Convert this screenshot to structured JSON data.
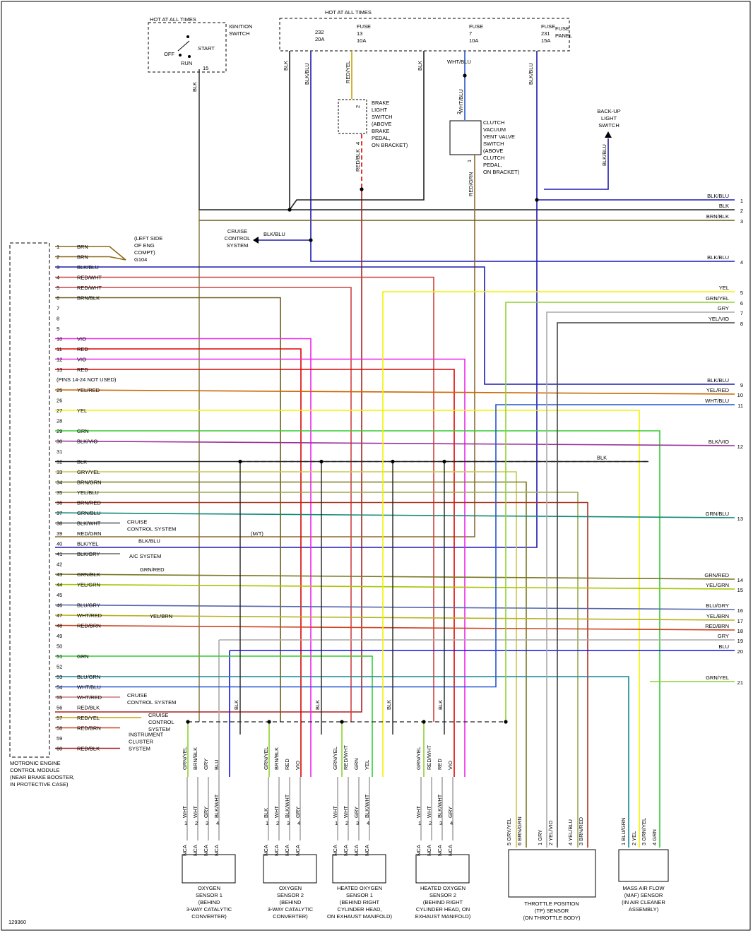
{
  "diagram_id": "129360",
  "colors": {
    "BLK": "#222222",
    "BLK/BLU": "#1b1bb0",
    "RED": "#e00000",
    "RED/YEL": "#c9a000",
    "YEL": "#f2f200",
    "GRN": "#33cc33",
    "VIO": "#ee22ee",
    "GRY": "#aaaaaa",
    "BRN": "#8b6914",
    "BLU": "#1111dd",
    "BRN/BLK": "#6e5a1e",
    "RED/WHT": "#d04040",
    "RED/GRN": "#8a6a30",
    "GRN/YEL": "#8ed030",
    "GRN/BLU": "#118877",
    "BLK/VIO": "#993399",
    "YEL/RED": "#cc6600",
    "WHT/BLU": "#2255cc",
    "RED/BLK": "#aa2222",
    "GRN/RED": "#777722",
    "YEL/GRN": "#a8c400",
    "BLU/GRY": "#5566aa",
    "YEL/BRN": "#b8b020",
    "RED/BRN": "#cc4422",
    "BLU/GRN": "#118899",
    "GRY/YEL": "#c8c850",
    "BRN/GRN": "#7a7a20",
    "YEL/BLU": "#99aa55",
    "BRN/RED": "#aa3322",
    "RED/BLU": "#bb2266",
    "BLK/WHT": "#555555",
    "BLK/YEL": "#777700",
    "WHT/RED": "#cc7777",
    "BLK/GRY": "#666666"
  },
  "top": {
    "hot_label_left": "HOT AT ALL TIMES",
    "hot_label_right": "HOT AT ALL TIMES",
    "ignition_label": [
      "IGNITION",
      "SWITCH"
    ],
    "ign_off": "OFF",
    "ign_start": "START",
    "ign_run": "RUN",
    "ign_terminal": "15",
    "fuse_panel": [
      "FUSE",
      "PANEL"
    ],
    "fuses": [
      {
        "line1": "232",
        "line2": "20A"
      },
      {
        "line1": "FUSE",
        "line2": "13",
        "line3": "10A"
      },
      {
        "line1": "FUSE",
        "line2": "7",
        "line3": "10A"
      },
      {
        "line1": "FUSE",
        "line2": "231",
        "line3": "15A"
      }
    ],
    "brake_switch": [
      "BRAKE",
      "LIGHT",
      "SWITCH",
      "(ABOVE",
      "BRAKE",
      "PEDAL,",
      "ON BRACKET)"
    ],
    "clutch_switch": [
      "CLUTCH",
      "VACUUM",
      "VENT VALVE",
      "SWITCH",
      "(ABOVE",
      "CLUTCH",
      "PEDAL,",
      "ON BRACKET)"
    ],
    "backup_switch": [
      "BACK-UP",
      "LIGHT",
      "SWITCH"
    ],
    "cruise_system": [
      "CRUISE",
      "CONTROL",
      "SYSTEM"
    ],
    "ground": [
      "(LEFT SIDE",
      "OF ENG",
      "COMPT)",
      "G104"
    ]
  },
  "ecm": {
    "label": [
      "MOTRONIC ENGINE",
      "CONTROL MODULE",
      "(NEAR BRAKE BOOSTER,",
      "IN PROTECTIVE CASE)"
    ],
    "pins_note": "(PINS 14-24 NOT USED)",
    "pins": [
      {
        "pin": "1",
        "color": "BRN"
      },
      {
        "pin": "2",
        "color": "BRN"
      },
      {
        "pin": "3",
        "color": "BLK/BLU"
      },
      {
        "pin": "4",
        "color": "RED/WHT"
      },
      {
        "pin": "5",
        "color": "RED/WHT"
      },
      {
        "pin": "6",
        "color": "BRN/BLK"
      },
      {
        "pin": "7",
        "color": ""
      },
      {
        "pin": "8",
        "color": ""
      },
      {
        "pin": "9",
        "color": ""
      },
      {
        "pin": "10",
        "color": "VIO"
      },
      {
        "pin": "11",
        "color": "RED"
      },
      {
        "pin": "12",
        "color": "VIO"
      },
      {
        "pin": "13",
        "color": "RED"
      },
      {
        "pin": "25",
        "color": "YEL/RED"
      },
      {
        "pin": "26",
        "color": ""
      },
      {
        "pin": "27",
        "color": "YEL"
      },
      {
        "pin": "28",
        "color": ""
      },
      {
        "pin": "29",
        "color": "GRN"
      },
      {
        "pin": "30",
        "color": "BLK/VIO"
      },
      {
        "pin": "31",
        "color": ""
      },
      {
        "pin": "32",
        "color": "BLK"
      },
      {
        "pin": "33",
        "color": "GRY/YEL"
      },
      {
        "pin": "34",
        "color": "BRN/GRN"
      },
      {
        "pin": "35",
        "color": "YEL/BLU"
      },
      {
        "pin": "36",
        "color": "BRN/RED"
      },
      {
        "pin": "37",
        "color": "GRN/BLU"
      },
      {
        "pin": "38",
        "color": "BLK/WHT"
      },
      {
        "pin": "39",
        "color": "RED/GRN"
      },
      {
        "pin": "40",
        "color": "BLK/YEL"
      },
      {
        "pin": "41",
        "color": "BLK/GRY"
      },
      {
        "pin": "42",
        "color": ""
      },
      {
        "pin": "43",
        "color": "GRN/BLK"
      },
      {
        "pin": "44",
        "color": "YEL/GRN"
      },
      {
        "pin": "45",
        "color": ""
      },
      {
        "pin": "46",
        "color": "BLU/GRY"
      },
      {
        "pin": "47",
        "color": "WHT/RED"
      },
      {
        "pin": "48",
        "color": "RED/BRN"
      },
      {
        "pin": "49",
        "color": ""
      },
      {
        "pin": "50",
        "color": ""
      },
      {
        "pin": "51",
        "color": "GRN"
      },
      {
        "pin": "52",
        "color": ""
      },
      {
        "pin": "53",
        "color": "BLU/GRN"
      },
      {
        "pin": "54",
        "color": "WHT/BLU"
      },
      {
        "pin": "55",
        "color": "WHT/RED"
      },
      {
        "pin": "56",
        "color": "RED/BLK"
      },
      {
        "pin": "57",
        "color": "RED/YEL"
      },
      {
        "pin": "58",
        "color": "RED/BRN"
      },
      {
        "pin": "59",
        "color": ""
      },
      {
        "pin": "60",
        "color": "RED/BLK"
      }
    ]
  },
  "right_edge": [
    {
      "num": "1",
      "color": "BLK/BLU"
    },
    {
      "num": "2",
      "color": "BLK"
    },
    {
      "num": "3",
      "color": "BRN/BLK"
    },
    {
      "num": "4",
      "color": "BLK/BLU"
    },
    {
      "num": "5",
      "color": "YEL"
    },
    {
      "num": "6",
      "color": "GRN/YEL"
    },
    {
      "num": "7",
      "color": "GRY"
    },
    {
      "num": "8",
      "color": "YEL/VIO"
    },
    {
      "num": "9",
      "color": "BLK/BLU"
    },
    {
      "num": "10",
      "color": "YEL/RED"
    },
    {
      "num": "11",
      "color": "WHT/BLU"
    },
    {
      "num": "12",
      "color": "BLK/VIO"
    },
    {
      "num": "13",
      "color": "GRN/BLU"
    },
    {
      "num": "14",
      "color": "GRN/RED"
    },
    {
      "num": "15",
      "color": "YEL/GRN"
    },
    {
      "num": "16",
      "color": "BLU/GRY"
    },
    {
      "num": "17",
      "color": "YEL/BRN"
    },
    {
      "num": "18",
      "color": "RED/BRN"
    },
    {
      "num": "19",
      "color": "GRY"
    },
    {
      "num": "20",
      "color": "BLU"
    },
    {
      "num": "21",
      "color": "GRN/YEL"
    }
  ],
  "side_labels": {
    "cruise_38": [
      "CRUISE",
      "CONTROL SYSTEM"
    ],
    "mt": "(M/T)",
    "blk_blu_40": "BLK/BLU",
    "ac": "A/C SYSTEM",
    "grn_red_43": "GRN/RED",
    "yel_brn_47": "YEL/BRN",
    "cruise_55": [
      "CRUISE",
      "CONTROL SYSTEM"
    ],
    "cruise_57": [
      "CRUISE",
      "CONTROL",
      "SYSTEM"
    ],
    "cluster": [
      "INSTRUMENT",
      "CLUSTER",
      "SYSTEM"
    ],
    "blk_main": "BLK"
  },
  "sensors": [
    {
      "name": [
        "OXYGEN",
        "SENSOR 1",
        "(BEHIND",
        "3-WAY CATALYTIC",
        "CONVERTER)"
      ],
      "top": [
        "GRN/YEL",
        "BRN/BLK",
        "GRY",
        "BLU"
      ],
      "bottom": [
        "WHT",
        "WHT",
        "GRY",
        "BLK/WHT"
      ]
    },
    {
      "name": [
        "OXYGEN",
        "SENSOR 2",
        "(BEHIND",
        "3-WAY CATALYTIC",
        "CONVERTER)"
      ],
      "top": [
        "GRN/YEL",
        "BRN/BLK",
        "RED",
        "VIO"
      ],
      "bottom": [
        "BLK",
        "WHT",
        "BLK/WHT",
        "GRY"
      ]
    },
    {
      "name": [
        "HEATED OXYGEN",
        "SENSOR 1",
        "(BEHIND RIGHT",
        "CYLINDER HEAD,",
        "ON EXHAUST MANIFOLD)"
      ],
      "top": [
        "GRN/YEL",
        "RED/WHT",
        "GRN",
        "YEL"
      ],
      "bottom": [
        "WHT",
        "WHT",
        "GRY",
        "BLK/WHT"
      ]
    },
    {
      "name": [
        "HEATED OXYGEN",
        "SENSOR 2",
        "(BEHIND RIGHT",
        "CYLINDER HEAD, ON",
        "EXHAUST MANIFOLD)"
      ],
      "top": [
        "GRN/YEL",
        "RED/WHT",
        "RED",
        "VIO"
      ],
      "bottom": [
        "WHT",
        "WHT",
        "BLK/WHT",
        "GRY"
      ]
    }
  ],
  "nca": "NCA",
  "tp_sensor": {
    "name": [
      "THROTTLE POSITION",
      "(TP) SENSOR",
      "(ON THROTTLE BODY)"
    ],
    "pins": [
      "5 GRY/YEL",
      "6 BRN/GRN",
      "1 GRY",
      "2 YEL/VIO",
      "4 YEL/BLU",
      "3 BRN/RED"
    ]
  },
  "maf_sensor": {
    "name": [
      "MASS AIR FLOW",
      "(MAF) SENSOR",
      "(IN AIR CLEANER",
      "ASSEMBLY)"
    ],
    "pins": [
      "1 BLU/GRN",
      "2 YEL",
      "3 GRN/YEL",
      "4 GRN"
    ]
  },
  "wire_labels_top": {
    "ign_blk": "BLK",
    "f232_blk": "BLK",
    "f232_blkblu": "BLK/BLU",
    "f13_redyel": "RED/YEL",
    "f7_blk": "BLK",
    "f7_whtblu": "WHT/BLU",
    "f231_blkblu": "BLK/BLU",
    "brake_redblk": "RED/BLK",
    "clutch_whtblu": "WHT/BLU",
    "clutch_redgrn": "RED/GRN",
    "backup_blkblu": "BLK/BLU",
    "cruise_blkblu": "BLK/BLU",
    "pin_brake_top": "2",
    "pin_brake_bot": "4",
    "pin_clutch_top": "2",
    "pin_clutch_bot": "1"
  },
  "o2_blk_labels": [
    "BLK",
    "BLK",
    "BLK",
    "BLK"
  ]
}
